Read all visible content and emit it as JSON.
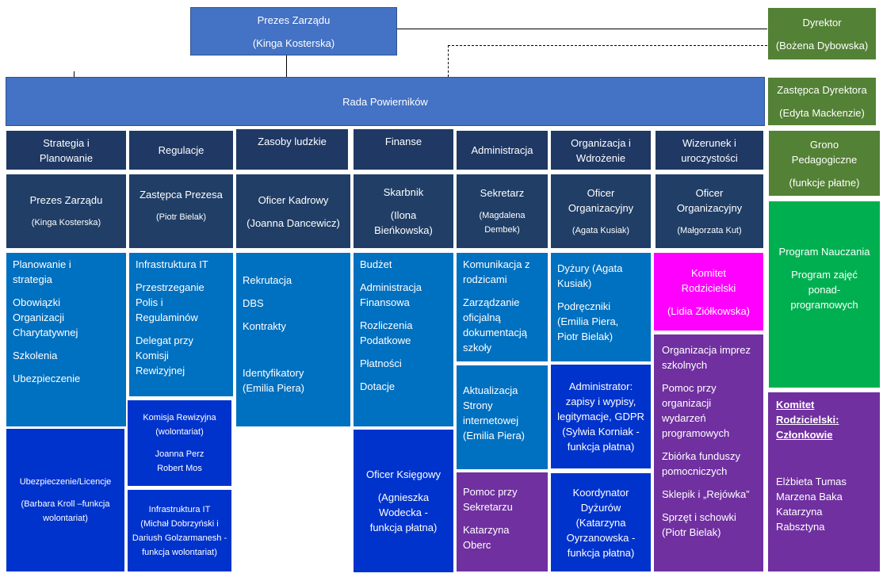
{
  "top": {
    "prezes_title": "Prezes Zarządu",
    "prezes_name": "(Kinga Kosterska)",
    "dyrektor_title": "Dyrektor",
    "dyrektor_name": "(Bożena Dybowska)",
    "rada": "Rada Powierników",
    "zastepca_title": "Zastępca Dyrektora",
    "zastepca_name": "(Edyta Mackenzie)"
  },
  "departments": [
    "Strategia i Planowanie",
    "Regulacje",
    "Zasoby ludzkie",
    "Finanse",
    "Administracja",
    "Organizacja i Wdrożenie",
    "Wizerunek i uroczystości"
  ],
  "grono": {
    "title": "Grono Pedagogiczne",
    "sub": "(funkcje płatne)"
  },
  "roles": [
    {
      "title": "Prezes Zarządu",
      "name": "(Kinga Kosterska)"
    },
    {
      "title": "Zastępca Prezesa",
      "name": "(Piotr Bielak)"
    },
    {
      "title": "Oficer Kadrowy",
      "name": "(Joanna Dancewicz)"
    },
    {
      "title": "Skarbnik",
      "name": "(Ilona Bieńkowska)"
    },
    {
      "title": "Sekretarz",
      "name": "(Magdalena Dembek)"
    },
    {
      "title": "Oficer Organizacyjny",
      "name": "(Agata Kusiak)"
    },
    {
      "title": "Oficer Organizacyjny",
      "name": "(Małgorzata Kut)"
    }
  ],
  "tasks": {
    "strategia": [
      "Planowanie i strategia",
      "Obowiązki Organizacji Charytatywnej",
      "Szkolenia",
      "Ubezpieczenie"
    ],
    "regulacje": [
      "Infrastruktura IT",
      "Przestrzeganie Polis i Regulaminów",
      "Delegat przy Komisji Rewizyjnej"
    ],
    "kadry": [
      "Rekrutacja",
      "DBS",
      "Kontrakty",
      "Identyfikatory (Emilia Piera)"
    ],
    "finanse": [
      "Budżet",
      "Administracja Finansowa",
      "Rozliczenia Podatkowe",
      "Płatności",
      "Dotacje"
    ],
    "administracja": [
      "Komunikacja z rodzicami",
      "Zarządzanie oficjalną dokumentacją szkoły"
    ],
    "organizacja": [
      "Dyżury (Agata Kusiak)",
      "Podręczniki (Emilia Piera, Piotr Bielak)"
    ],
    "wizerunek": [
      "Organizacja imprez szkolnych",
      "Pomoc przy organizacji wydarzeń programowych",
      "Zbiórka funduszy pomocniczych",
      "Sklepik i „Rejówka”",
      "Sprzęt i schowki (Piotr Bielak)"
    ]
  },
  "komitet": {
    "title": "Komitet Rodzicielski",
    "name": "(Lidia Ziółkowska)"
  },
  "program": {
    "a": "Program Nauczania",
    "b": "Program zajęć ponad-programowych"
  },
  "ubezpieczenie": {
    "title": "Ubezpieczenie/Licencje",
    "name": "(Barbara Kroll –funkcja wolontariat)"
  },
  "komisja": {
    "title": "Komisja Rewizyjna (wolontariat)",
    "m1": "Joanna Perz",
    "m2": "Robert Mos"
  },
  "infra": {
    "title": "Infrastruktura IT",
    "names": "(Michał Dobrzyński i Dariush Golzarmanesh - funkcja wolontariat)"
  },
  "ksiegowy": {
    "title": "Oficer Księgowy",
    "name": "(Agnieszka Wodecka - funkcja płatna)"
  },
  "strona": {
    "text": "Aktualizacja Strony internetowej (Emilia Piera)"
  },
  "pomoc_sekretarza": {
    "title": "Pomoc przy Sekretarzu",
    "name": "Katarzyna Oberc"
  },
  "administrator": {
    "title": "Administrator: zapisy i wypisy, legitymacje, GDPR",
    "name": "(Sylwia Korniak - funkcja płatna)"
  },
  "koordynator": {
    "title": "Koordynator Dyżurów",
    "name": "(Katarzyna Oyrzanowska - funkcja płatna)"
  },
  "komitet_czlonkowie": {
    "title": "Komitet Rodzicielski: Członkowie",
    "members": [
      "Elżbieta Tumas",
      "Marzena Baka",
      "Katarzyna Rabsztyna"
    ]
  },
  "colors": {
    "navy": "#1F3864",
    "light_blue": "#4472C4",
    "teal_blue": "#0070C0",
    "royal_blue": "#0033CC",
    "purple": "#7030A0",
    "magenta": "#FF00FF",
    "olive_green": "#538135",
    "green": "#00B050"
  }
}
